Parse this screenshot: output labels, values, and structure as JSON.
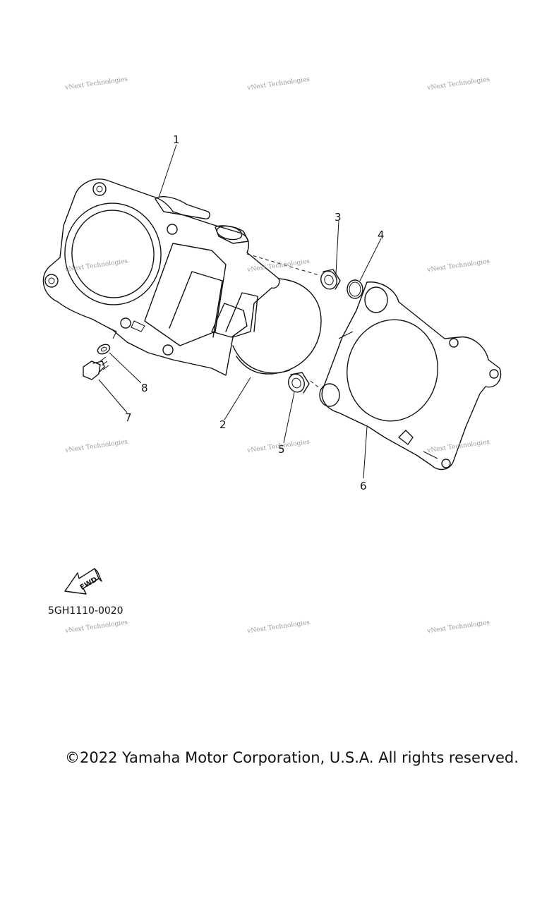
{
  "diagram": {
    "callouts": [
      {
        "id": "1",
        "label": "1"
      },
      {
        "id": "2",
        "label": "2"
      },
      {
        "id": "3",
        "label": "3"
      },
      {
        "id": "4",
        "label": "4"
      },
      {
        "id": "5",
        "label": "5"
      },
      {
        "id": "6",
        "label": "6"
      },
      {
        "id": "7",
        "label": "7"
      },
      {
        "id": "8",
        "label": "8"
      }
    ],
    "fwd_label": "FWD",
    "diagram_code": "5GH1110-0020"
  },
  "watermark": "vNext Technologies",
  "copyright": "©2022 Yamaha Motor Corporation, U.S.A. All rights reserved."
}
